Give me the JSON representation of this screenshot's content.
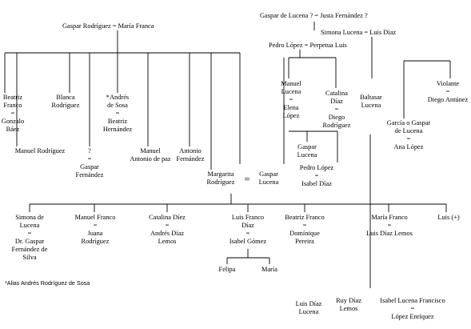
{
  "couples": {
    "gaspar_rodriguez_maria_franca": "Gaspar Rodríguez = María Franca",
    "gaspar_lucena_justa_fernandez": "Gaspar de Lucena ? = Justa Fernández ?",
    "simona_lucena_luis_diaz": "Simona Lucena = Luis Díaz",
    "pedro_lopez_perpetua_luis": "Pedro López = Perpetua Luis",
    "margarita_gaspar": {
      "margarita": [
        "Margarita",
        "Rodríguez"
      ],
      "eq": "=",
      "gaspar": [
        "Gaspar",
        "Lucena"
      ]
    }
  },
  "gen2_rodriguez": {
    "beatriz_franco": [
      "Beatriz",
      "Franco",
      "=",
      "Gonzalo",
      "Báez"
    ],
    "manuel_rodriguez": [
      "Manuel Rodríguez"
    ],
    "blanca_rodriguez": [
      "Blanca",
      "Rodríguez"
    ],
    "unknown_gaspar_fernandez": [
      "?",
      "=",
      "Gaspar",
      "Fernández"
    ],
    "andres_de_sosa": [
      "*Andrés",
      "de Sosa",
      "=",
      "Beatriz",
      "Hernández"
    ],
    "manuel_antonio_de_paz": [
      "Manuel",
      "Antonio de paz"
    ],
    "antonio_fernandez": [
      "Antonio",
      "Fernández"
    ]
  },
  "gen2_lucena": {
    "manuel_lucena": [
      "Manuel",
      "Lucena",
      "=",
      "Elena",
      "López"
    ],
    "catalina_diaz": [
      "Catalina",
      "Díaz",
      "=",
      "Diego",
      "Rodríguez"
    ],
    "baltasar_lucena": [
      "Baltasar",
      "Lucena"
    ],
    "violante": [
      "Violante",
      "=",
      "Diego Antúnez"
    ],
    "garcia_gaspar_lucena": [
      "García o Gaspar",
      "de Lucena",
      "=",
      "Ana López"
    ],
    "gaspar_lucena_child": [
      "Gaspar",
      "Lucena"
    ],
    "pedro_lopez_isabel_diaz": [
      "Pedro López",
      "=",
      "Isabel Díaz"
    ]
  },
  "children": {
    "simona_de_lucena": [
      "Simona de",
      "Lucena",
      "=",
      "Dr. Gaspar",
      "Fernández de",
      "Silva"
    ],
    "manuel_franco": [
      "Manuel Franco",
      "=",
      "Juana",
      "Rodríguez"
    ],
    "catalina_diez": [
      "Catalina Díez",
      "=",
      "Andrés Díaz",
      "Lemos"
    ],
    "luis_franco_diaz": [
      "Luis Franco",
      "Díaz",
      "=",
      "Isabel Gómez"
    ],
    "beatriz_franco_2": [
      "Beatriz Franco",
      "=",
      "Domínique",
      "Pereira"
    ],
    "maria_franco": [
      "María Franco",
      "=",
      "Luis Díaz Lemos"
    ],
    "luis_dagger": [
      "Luis (+)"
    ]
  },
  "grandchildren": {
    "felipa": [
      "Felipa"
    ],
    "maria": [
      "María"
    ],
    "luis_diaz_lucena": [
      "Luis Díaz",
      "Lucena"
    ],
    "ruy_diaz_lemos": [
      "Ruy Díaz",
      "Lemos"
    ],
    "isabel_lucena_lopez": [
      "Isabel Lucena Francisco",
      "=",
      "López Enríquez"
    ]
  },
  "footnote": "*Alias Andrés Rodríguez de Sosa"
}
